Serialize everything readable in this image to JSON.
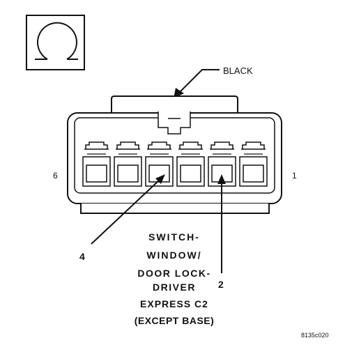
{
  "connector": {
    "color_label": "BLACK",
    "end_label_left": "6",
    "end_label_right": "1",
    "cavity_count": 6
  },
  "callouts": [
    {
      "pin": "4"
    },
    {
      "pin": "2"
    }
  ],
  "component_name_lines": [
    "SWITCH-",
    "WINDOW/",
    "DOOR LOCK-",
    "DRIVER",
    "EXPRESS C2",
    "(EXCEPT BASE)"
  ],
  "figure_id": "8135c020",
  "icon": "connector-view-icon"
}
